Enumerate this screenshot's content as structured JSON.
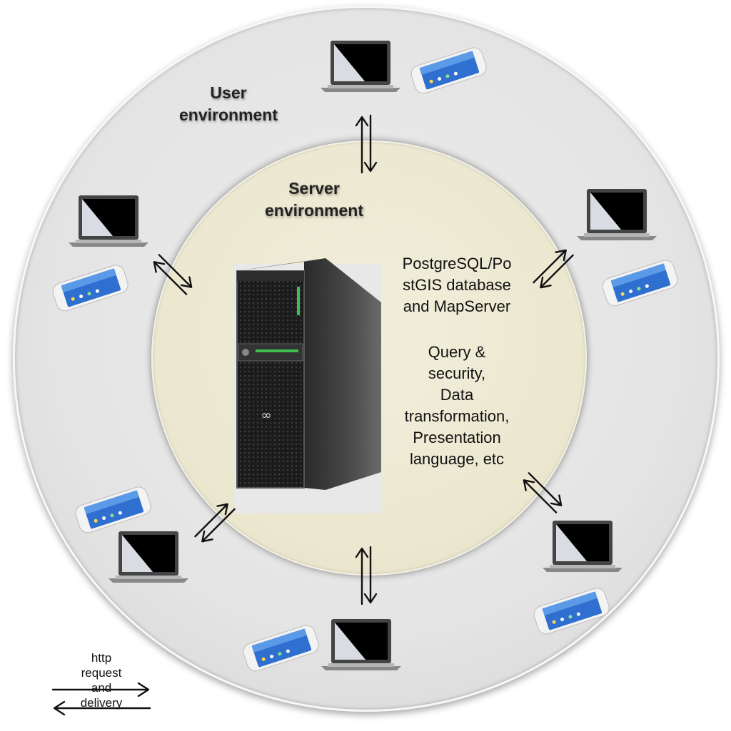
{
  "outer_label": [
    "User",
    "environment"
  ],
  "inner_label": [
    "Server",
    "environment"
  ],
  "server_description": {
    "database_lines": [
      "PostgreSQL/Po",
      "stGIS database",
      "and MapServer"
    ],
    "functions_lines": [
      "Query &",
      "security,",
      "Data",
      "transformation,",
      "Presentation",
      "language, etc"
    ]
  },
  "legend": {
    "lines": [
      "http",
      "request",
      "and",
      "delivery"
    ]
  },
  "icons": {
    "laptop": "laptop-icon",
    "phone": "smartphone-icon",
    "server": "server-tower-icon",
    "arrow": "bidirectional-arrow-icon"
  },
  "colors": {
    "outer_ring": "#e4e4e4",
    "inner_ring": "#ebe7cf",
    "text": "#111111"
  }
}
